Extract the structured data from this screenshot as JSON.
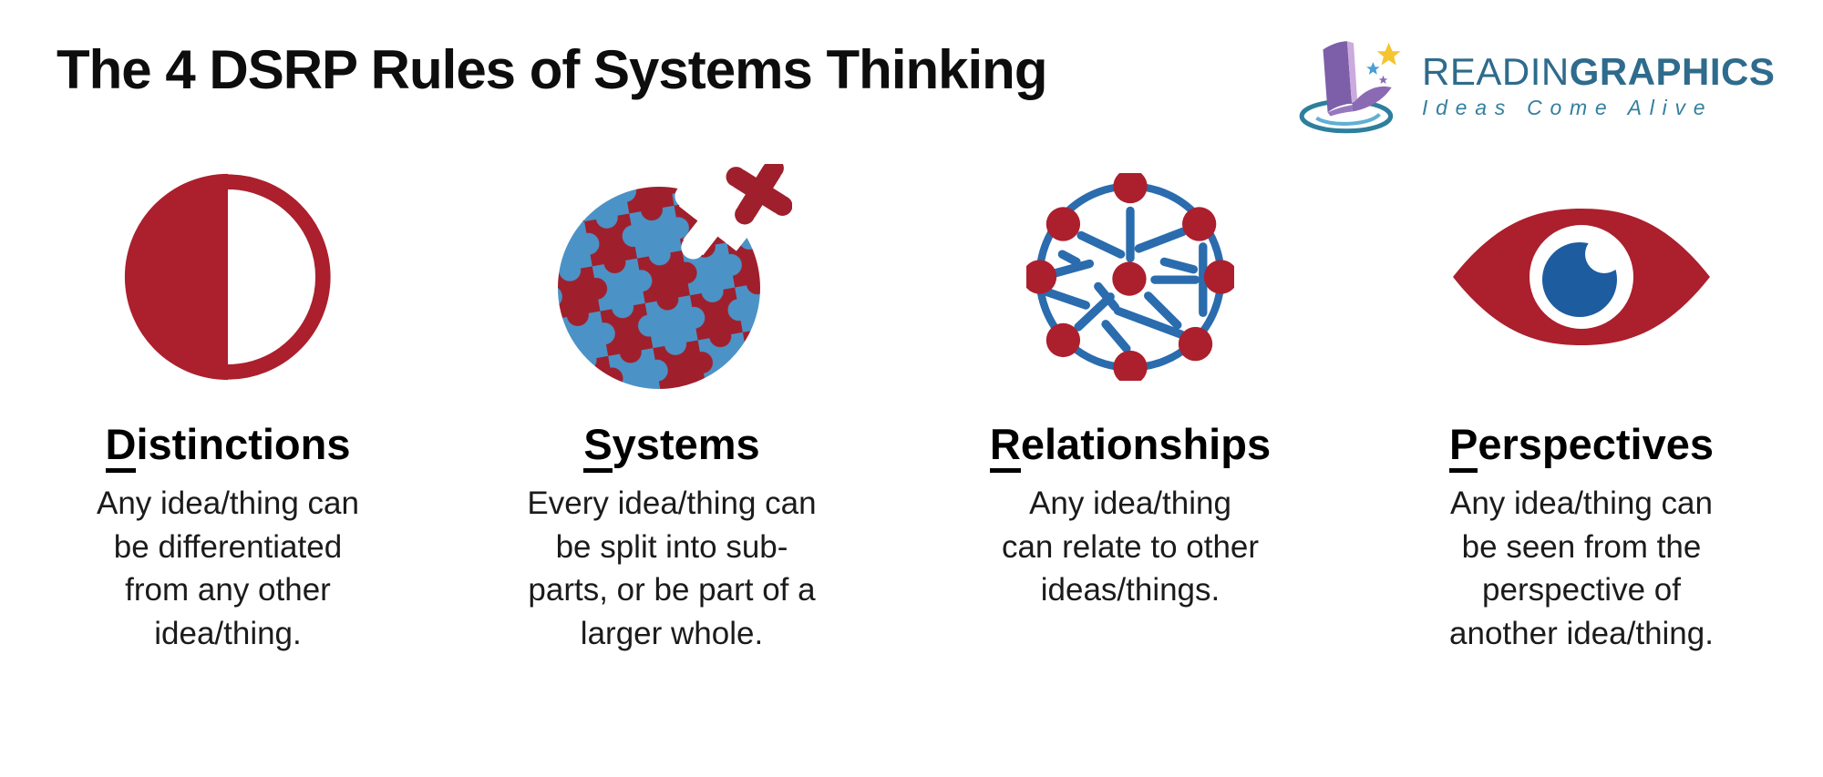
{
  "title": "The 4 DSRP Rules of Systems Thinking",
  "logo": {
    "brand_light": "READIN",
    "brand_bold": "GRAPHICS",
    "tagline": "Ideas Come Alive"
  },
  "colors": {
    "accent_red": "#ac1f2d",
    "puzzle_blue": "#4b93c6",
    "network_blue": "#2a6cae",
    "pupil_blue": "#1d5c9e",
    "brand_teal": "#2e6b8c",
    "tagline_teal": "#337fa0",
    "text_black": "#1b1b1b"
  },
  "columns": [
    {
      "id": "distinctions",
      "icon": "half-circle-icon",
      "heading_initial": "D",
      "heading_rest": "istinctions",
      "description": "Any idea/thing can be differentiated from any other idea/thing.",
      "lines": [
        "Any idea/thing can",
        "be differentiated",
        "from any other",
        "idea/thing."
      ]
    },
    {
      "id": "systems",
      "icon": "puzzle-globe-icon",
      "heading_initial": "S",
      "heading_rest": "ystems",
      "description": "Every idea/thing can be split into sub-parts, or be part of a larger whole.",
      "lines": [
        "Every idea/thing can",
        "be split into sub-",
        "parts, or be part of a",
        "larger whole."
      ]
    },
    {
      "id": "relationships",
      "icon": "network-icon",
      "heading_initial": "R",
      "heading_rest": "elationships",
      "description": "Any idea/thing can relate to other ideas/things.",
      "lines": [
        "Any idea/thing",
        "can relate to other",
        "ideas/things."
      ]
    },
    {
      "id": "perspectives",
      "icon": "eye-icon",
      "heading_initial": "P",
      "heading_rest": "erspectives",
      "description": "Any idea/thing can be seen from the perspective of another idea/thing.",
      "lines": [
        "Any idea/thing can",
        "be seen from the",
        "perspective of",
        "another idea/thing."
      ]
    }
  ]
}
